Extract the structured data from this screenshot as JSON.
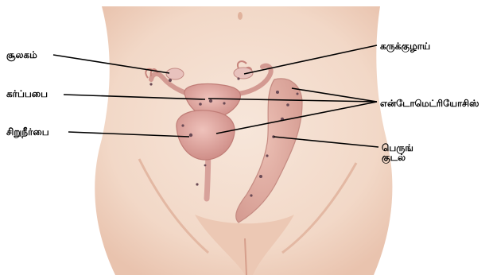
{
  "labels": {
    "ovary": "சூலகம்",
    "uterus": "கர்ப்பபை",
    "bladder": "சிறுநீர்பை",
    "fallopian_tube": "கருக்குழாய்",
    "endometriosis": "என்டோமெட்ரியோசிஸ்",
    "colon_line1": "பெருங்",
    "colon_line2": "குடல்"
  },
  "colors": {
    "skin": "#f4dccd",
    "skin_shadow": "#e8c2ad",
    "organ": "#e2a6a0",
    "organ_dark": "#c97f7a",
    "lesion": "#6a4a55",
    "leader_line": "#000000"
  }
}
